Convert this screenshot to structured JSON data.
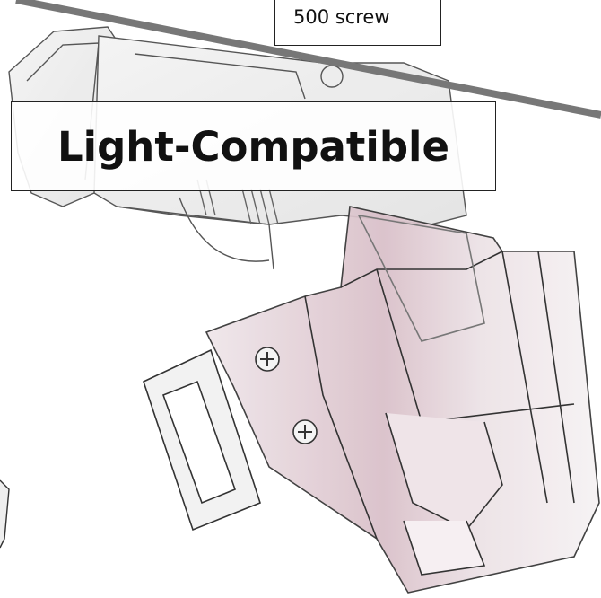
{
  "screw_label": "500 screw",
  "title_label": "Light-Compatible",
  "colors": {
    "background": "#ffffff",
    "line": "#777777",
    "holster_tint": "#d6b8c2",
    "outline": "#333333"
  },
  "icons": [
    "pistol-illustration",
    "holster-illustration",
    "screw-icon",
    "belt-loop-icon"
  ]
}
